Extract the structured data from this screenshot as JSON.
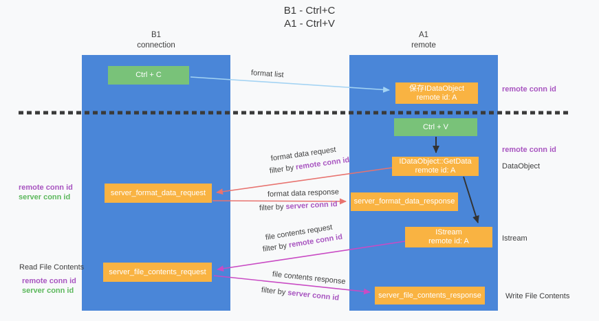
{
  "colors": {
    "background": "#f8f9fa",
    "column_blue": "#4a86d8",
    "box_orange": "#f9b342",
    "box_green": "#79c279",
    "arrow_light_blue": "#a3d3f3",
    "arrow_red": "#e8736f",
    "arrow_magenta": "#c94bc4",
    "arrow_black": "#333333",
    "divider_dark": "#3a3a3a",
    "text_purple": "#a855c0",
    "text_green": "#5cb85c"
  },
  "title": {
    "line1": "B1 - Ctrl+C",
    "line2": "A1 - Ctrl+V"
  },
  "columns": {
    "left": {
      "header_line1": "B1",
      "header_line2": "connection"
    },
    "right": {
      "header_line1": "A1",
      "header_line2": "remote"
    }
  },
  "boxes": {
    "ctrl_c": "Ctrl + C",
    "save_dataobject": {
      "line1": "保存IDataObject",
      "line2": "remote id: A"
    },
    "ctrl_v": "Ctrl + V",
    "getdata": {
      "line1": "IDataObject::GetData",
      "line2": "remote id: A"
    },
    "format_request": "server_format_data_request",
    "format_response": "server_format_data_response",
    "istream": {
      "line1": "IStream",
      "line2": "remote id: A"
    },
    "file_request": "server_file_contents_request",
    "file_response": "server_file_contents_response"
  },
  "arrow_labels": {
    "format_list": "format list",
    "format_request": "format data request",
    "format_request_filter": {
      "prefix": "filter by",
      "value": "remote conn id"
    },
    "format_response": "format data response",
    "format_response_filter": {
      "prefix": "filter by",
      "value": "server conn id"
    },
    "file_request": "file contents request",
    "file_request_filter": {
      "prefix": "filter by",
      "value": "remote conn id"
    },
    "file_response": "file contents response",
    "file_response_filter": {
      "prefix": "filter by",
      "value": "server conn id"
    }
  },
  "side_labels": {
    "right_remote_1": "remote conn id",
    "right_remote_2": "remote conn id",
    "dataobject": "DataObject",
    "istream": "Istream",
    "write_file": "Write File Contents",
    "left_remote_1": "remote conn id",
    "left_server_1": "server conn id",
    "read_file": "Read File Contents",
    "left_remote_2": "remote conn id",
    "left_server_2": "server conn id"
  }
}
